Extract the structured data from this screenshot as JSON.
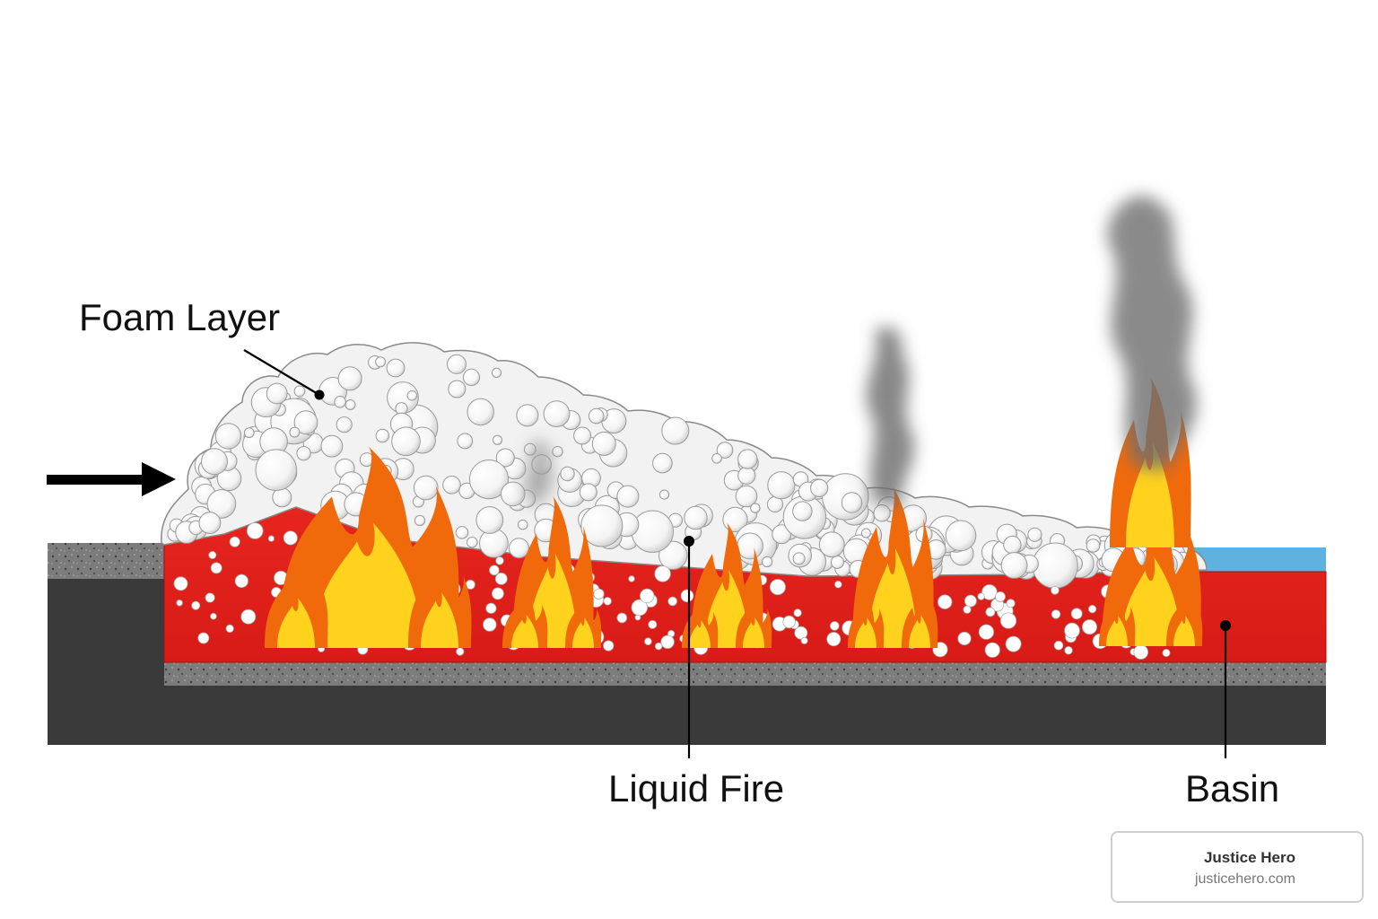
{
  "labels": {
    "foam_layer": "Foam Layer",
    "liquid_fire": "Liquid Fire",
    "basin": "Basin"
  },
  "brand": {
    "name": "Justice Hero",
    "url": "justicehero.com"
  },
  "colors": {
    "fuel": "#e8201e",
    "ground_dark": "#3a3a3a",
    "ground_gravel": "#808080",
    "water": "#5fb1e0",
    "foam": "#f2f2f2",
    "flame_outer": "#f06a0c",
    "flame_inner": "#ffd21e",
    "smoke": "#6b6b6b",
    "arrow": "#000000"
  }
}
